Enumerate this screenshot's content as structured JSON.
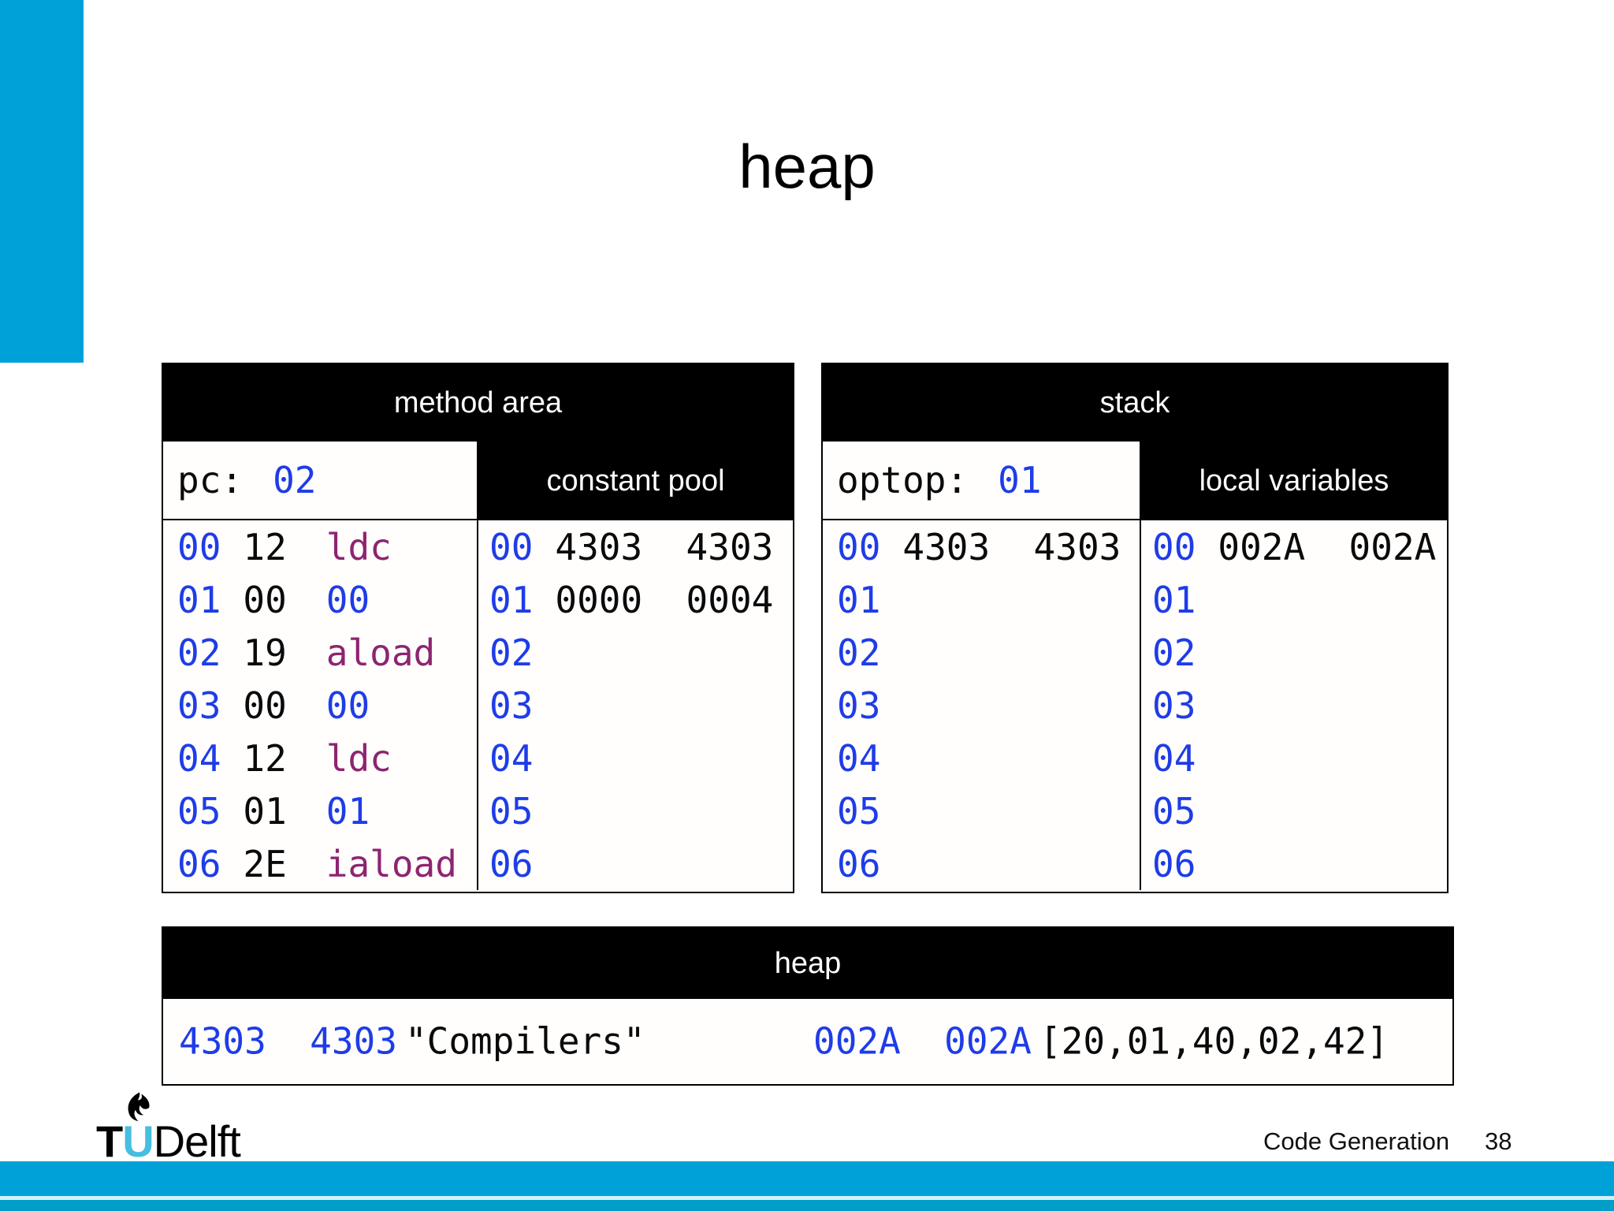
{
  "slide": {
    "title": "heap"
  },
  "colors": {
    "accent_cyan": "#00A1D9",
    "logo_cyan": "#45BEE0",
    "value_blue": "#1E3CE8",
    "mnemonic_purple": "#8E2470",
    "header_bg": "#000000"
  },
  "method_area": {
    "title": "method area",
    "pc_label": "pc:",
    "pc_value": "02",
    "constant_pool_title": "constant pool",
    "code_rows": [
      {
        "idx": "00",
        "byte": "12",
        "arg": "ldc"
      },
      {
        "idx": "01",
        "byte": "00",
        "arg": "00"
      },
      {
        "idx": "02",
        "byte": "19",
        "arg": "aload"
      },
      {
        "idx": "03",
        "byte": "00",
        "arg": "00"
      },
      {
        "idx": "04",
        "byte": "12",
        "arg": "ldc"
      },
      {
        "idx": "05",
        "byte": "01",
        "arg": "01"
      },
      {
        "idx": "06",
        "byte": "2E",
        "arg": "iaload"
      }
    ],
    "pool_rows": [
      {
        "idx": "00",
        "value": "4303  4303"
      },
      {
        "idx": "01",
        "value": "0000  0004"
      },
      {
        "idx": "02",
        "value": ""
      },
      {
        "idx": "03",
        "value": ""
      },
      {
        "idx": "04",
        "value": ""
      },
      {
        "idx": "05",
        "value": ""
      },
      {
        "idx": "06",
        "value": ""
      }
    ]
  },
  "stack": {
    "title": "stack",
    "optop_label": "optop:",
    "optop_value": "01",
    "local_variables_title": "local variables",
    "stack_rows": [
      {
        "idx": "00",
        "value": "4303  4303"
      },
      {
        "idx": "01",
        "value": ""
      },
      {
        "idx": "02",
        "value": ""
      },
      {
        "idx": "03",
        "value": ""
      },
      {
        "idx": "04",
        "value": ""
      },
      {
        "idx": "05",
        "value": ""
      },
      {
        "idx": "06",
        "value": ""
      }
    ],
    "local_rows": [
      {
        "idx": "00",
        "value": "002A  002A"
      },
      {
        "idx": "01",
        "value": ""
      },
      {
        "idx": "02",
        "value": ""
      },
      {
        "idx": "03",
        "value": ""
      },
      {
        "idx": "04",
        "value": ""
      },
      {
        "idx": "05",
        "value": ""
      },
      {
        "idx": "06",
        "value": ""
      }
    ]
  },
  "heap": {
    "title": "heap",
    "entries": [
      {
        "address": "4303  4303",
        "value": "\"Compilers\""
      },
      {
        "address": "002A  002A",
        "value": "[20,01,40,02,42]"
      }
    ]
  },
  "footer": {
    "logo_t": "T",
    "logo_u": "U",
    "logo_delft": "Delft",
    "course": "Code Generation",
    "page": "38"
  }
}
